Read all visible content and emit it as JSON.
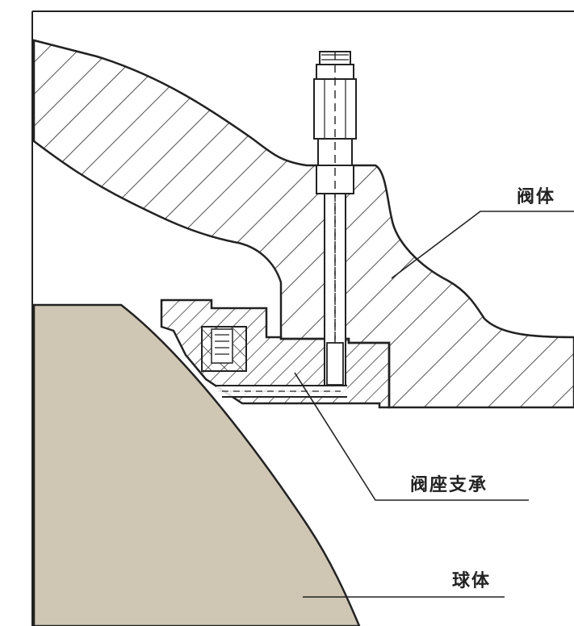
{
  "labels": {
    "valve_body": "阀体",
    "seat_support": "阀座支承",
    "ball": "球体"
  },
  "colors": {
    "ball_fill": "#cfc6b4",
    "line": "#222222",
    "background": "#ffffff"
  }
}
